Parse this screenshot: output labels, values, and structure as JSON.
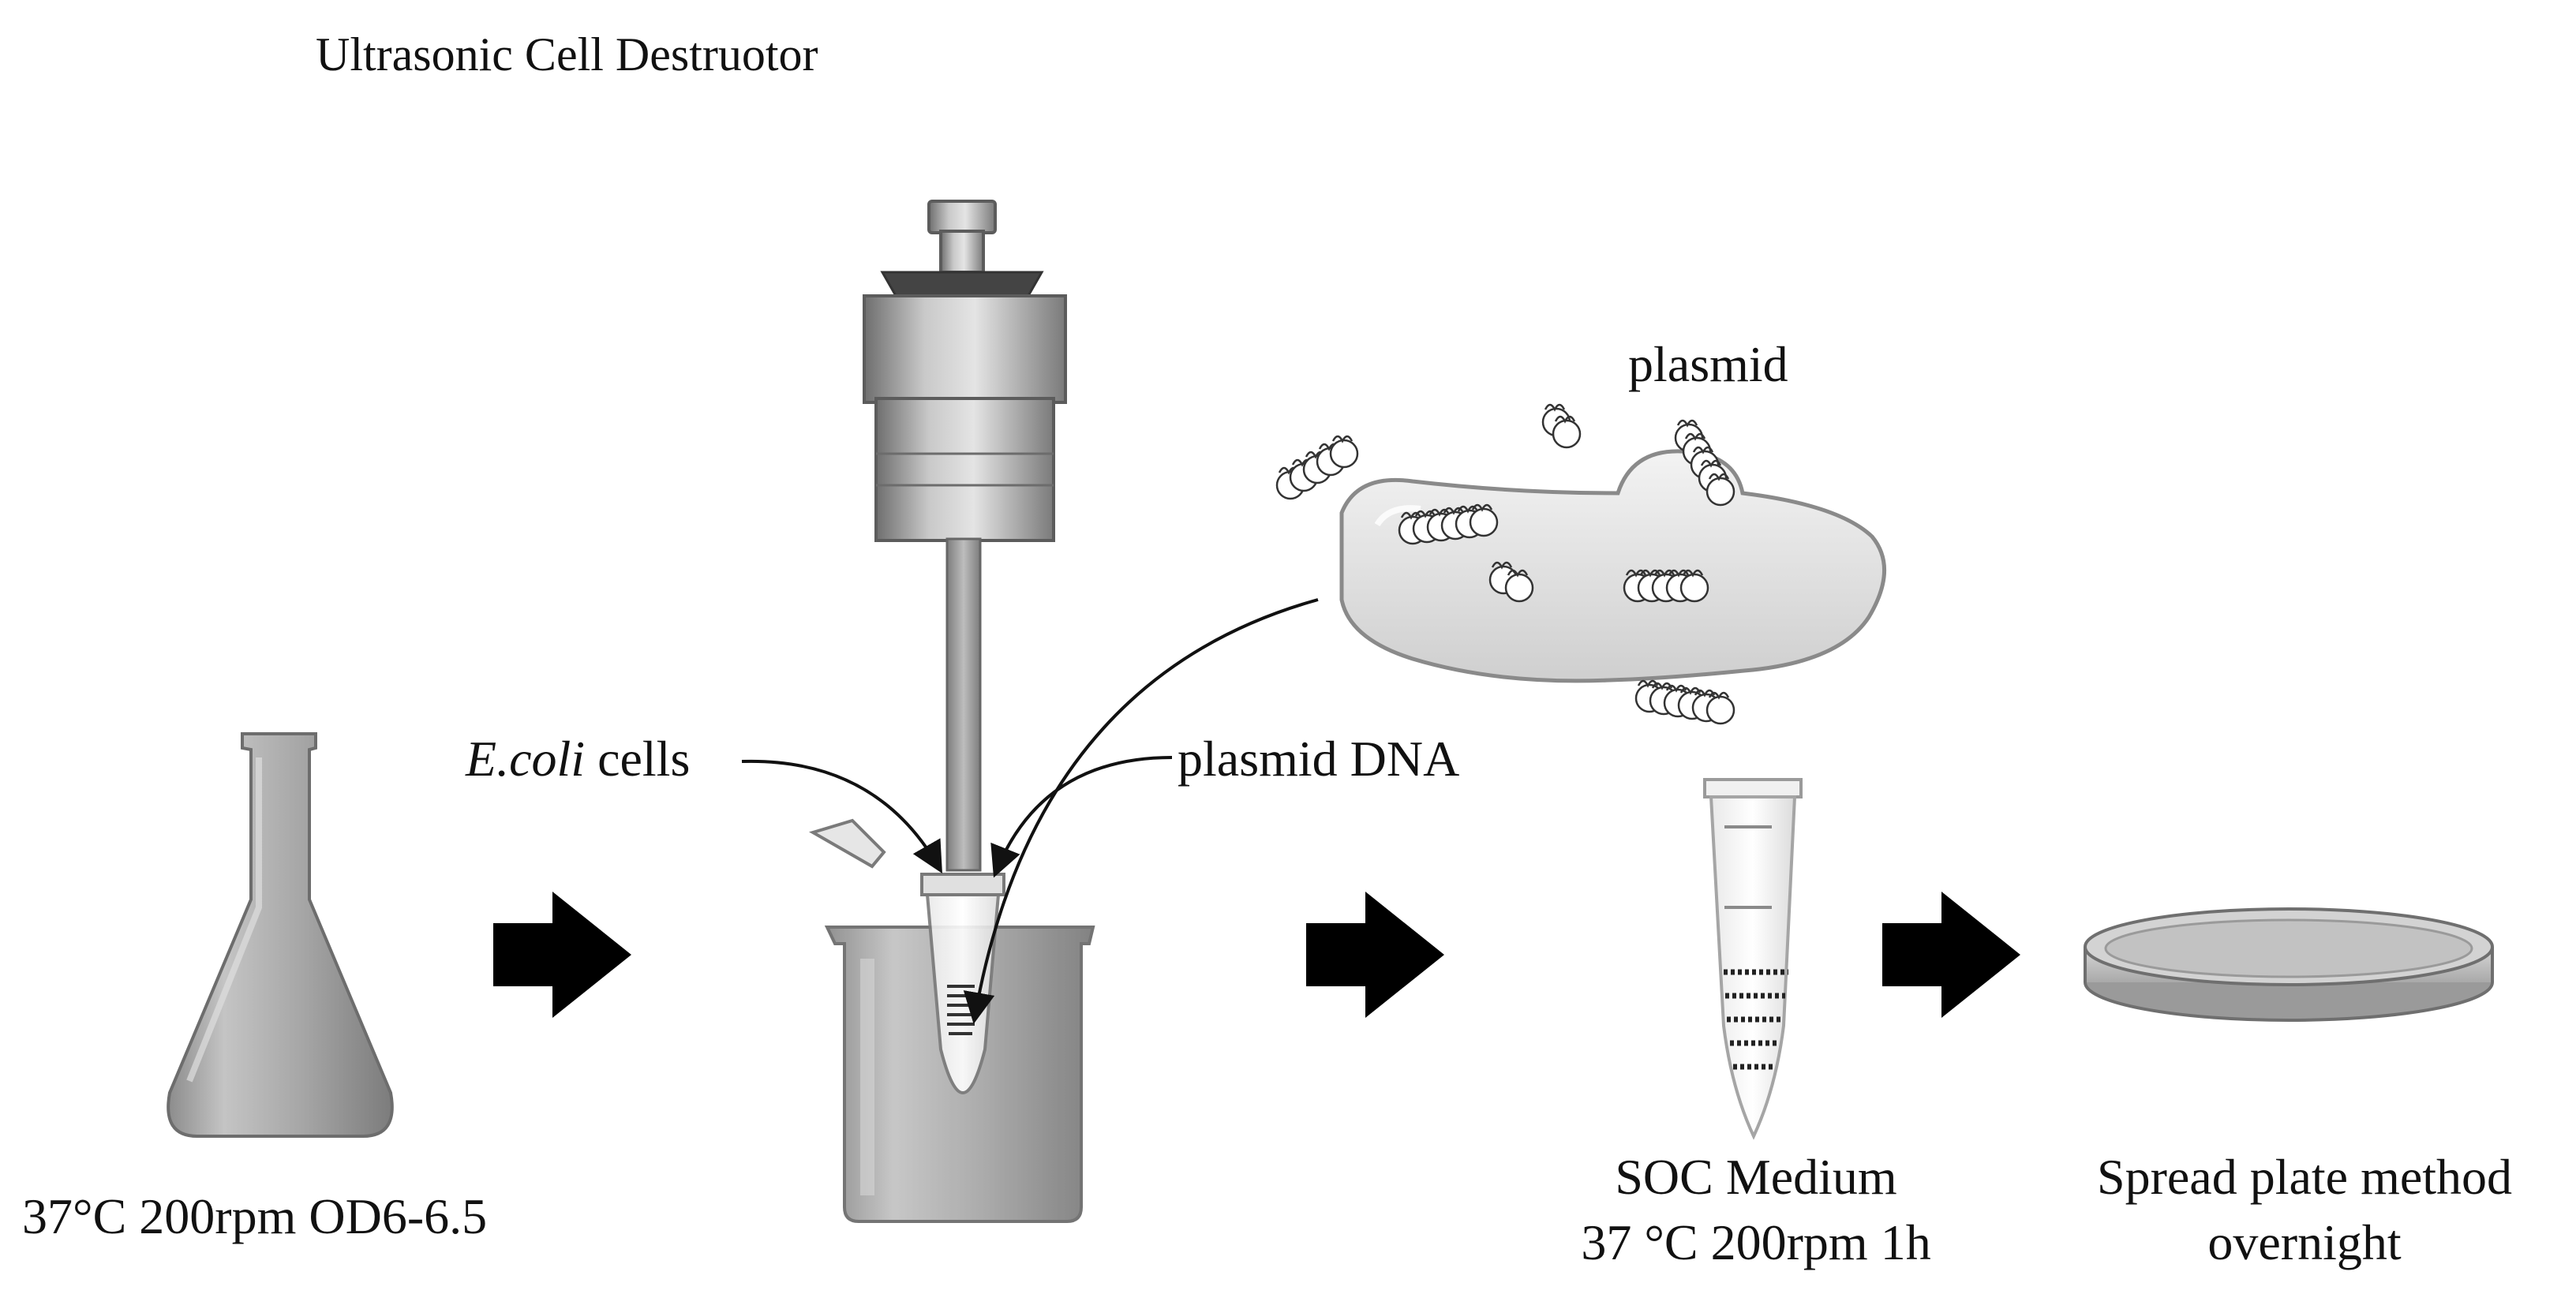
{
  "labels": {
    "device": "Ultrasonic Cell Destruotor",
    "plasmid": "plasmid",
    "ecoli_italic": "E.coli",
    "ecoli_rest": " cells",
    "plasmid_dna": "plasmid DNA",
    "culture": "37°C 200rpm OD6-6.5",
    "soc_line1": "SOC Medium",
    "soc_line2": "37 °C 200rpm 1h",
    "plate_line1": "Spread plate method",
    "plate_line2": "overnight"
  },
  "colors": {
    "glass": "#a8a8a8",
    "glass_dark": "#7a7a7a",
    "glass_light": "#d6d6d6",
    "metal": "#9a9a9a",
    "cell": "#e3e3e3",
    "arrow": "#000000",
    "text": "#111111"
  },
  "icons": {
    "flask": "erlenmeyer-flask-icon",
    "sonicator": "ultrasonic-probe-icon",
    "beaker": "beaker-icon",
    "tube": "microcentrifuge-tube-icon",
    "dish": "petri-dish-icon",
    "cell": "bacterial-cell-icon",
    "step_arrow": "right-arrow-icon"
  }
}
